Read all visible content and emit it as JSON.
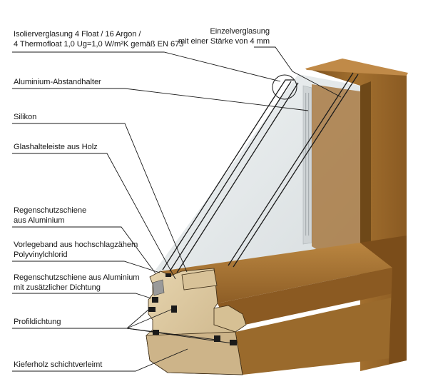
{
  "labels": {
    "isolierverglasung": {
      "line1": "Isolierverglasung 4 Float / 16 Argon /",
      "line2": "4 Thermofloat 1,0 Ug=1,0 W/m²K gemäß EN 673"
    },
    "einzelverglasung": {
      "line1": "Einzelverglasung",
      "line2": "mit einer Stärke von 4 mm"
    },
    "abstandhalter": "Aluminium-Abstandhalter",
    "silikon": "Silikon",
    "glashalteleiste": "Glashalteleiste aus Holz",
    "regenschutzschiene": {
      "line1": "Regenschutzschiene",
      "line2": "aus Aluminium"
    },
    "vorlegeband": {
      "line1": "Vorlegeband aus hochschlagzähem",
      "line2": "Polyvinylchlorid"
    },
    "regenschutz_dichtung": {
      "line1": "Regenschutzschiene aus Aluminium",
      "line2": "mit zusätzlicher Dichtung"
    },
    "profildichtung": "Profildichtung",
    "kiefernholz": "Kieferholz schichtverleimt"
  },
  "colors": {
    "wood_front": "#9a6a2c",
    "wood_side": "#b07a38",
    "wood_dark": "#6e4818",
    "wood_cut": "#d9c49c",
    "glass": "#e4e8ea",
    "seal": "#1a1a1a",
    "leader": "#1a1a1a"
  }
}
